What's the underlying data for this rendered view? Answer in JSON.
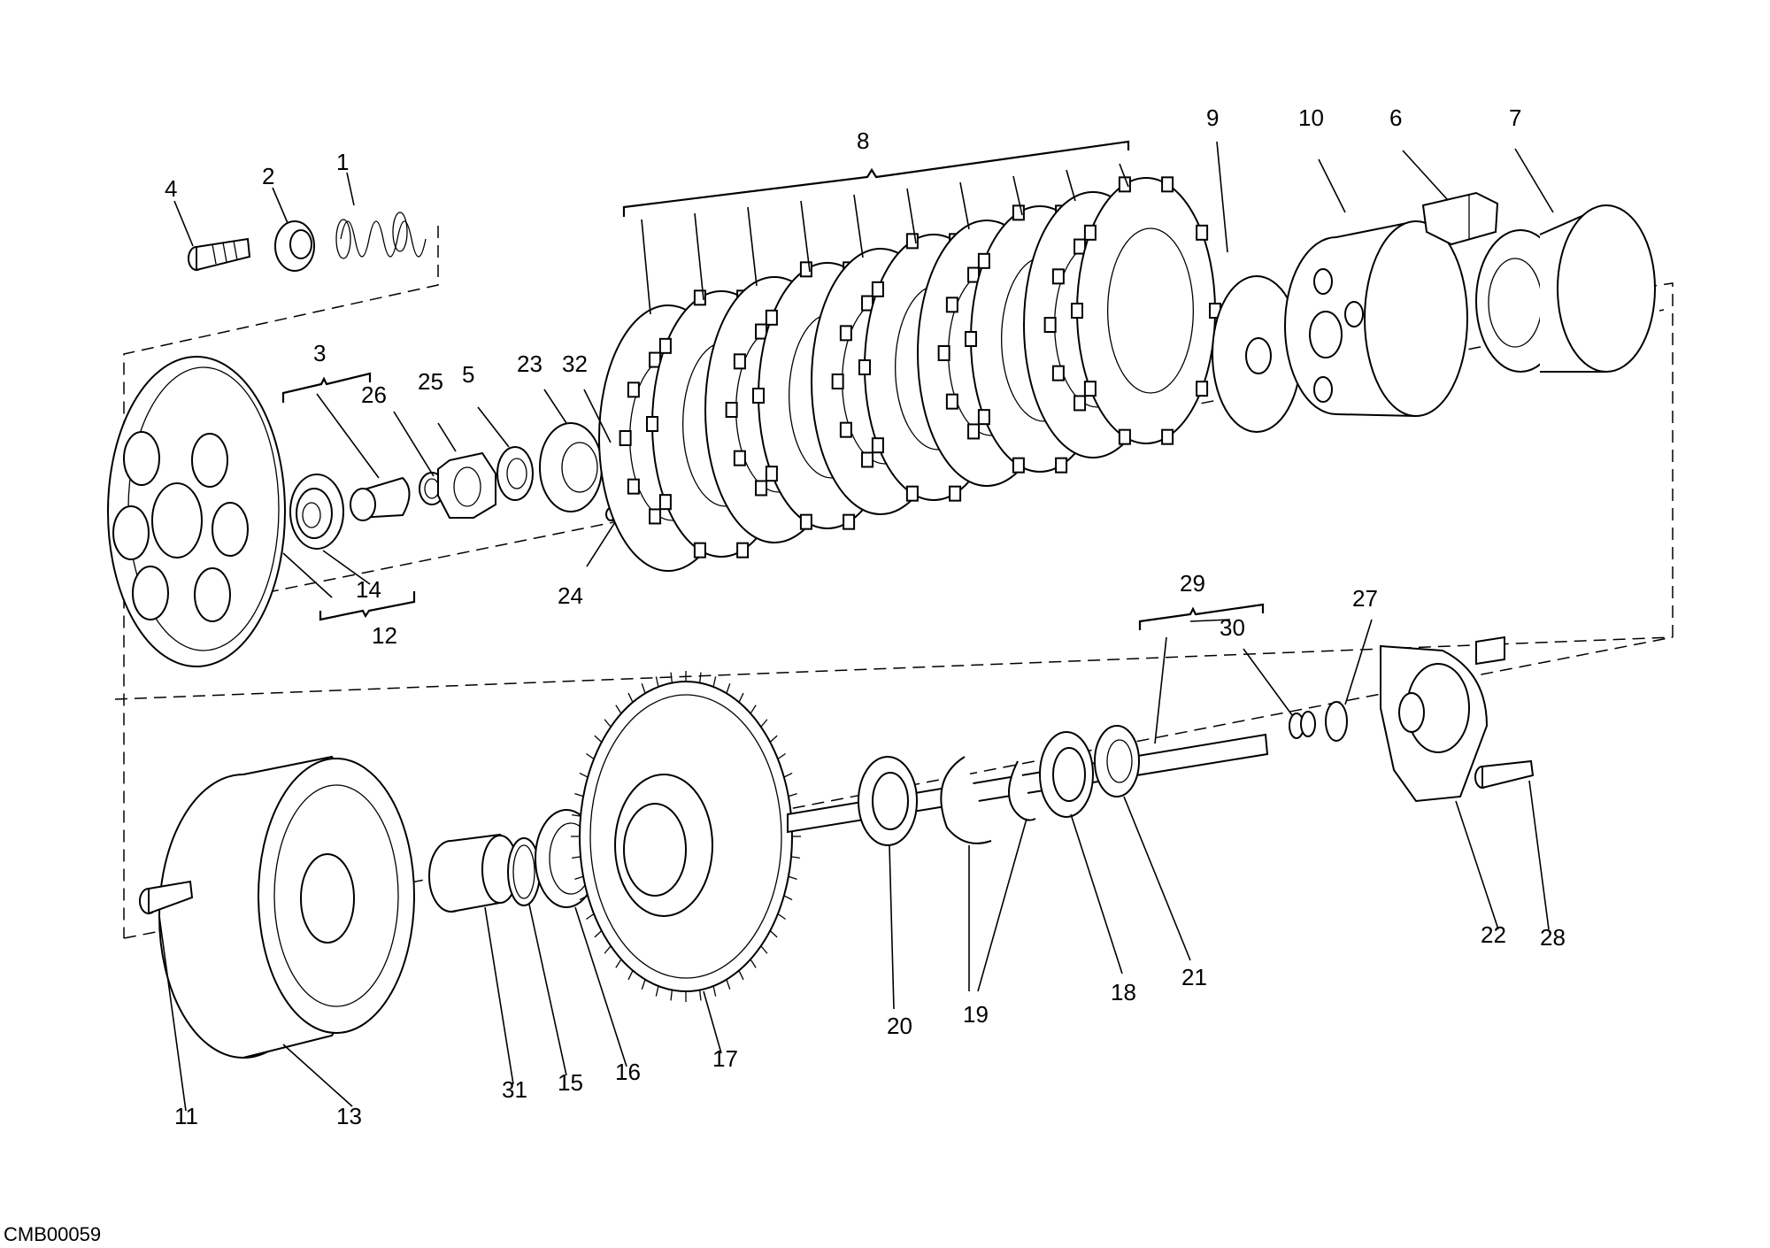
{
  "diagram_code": "CMB00059",
  "labels": {
    "n1": "1",
    "n2": "2",
    "n3": "3",
    "n4": "4",
    "n5": "5",
    "n6": "6",
    "n7": "7",
    "n8": "8",
    "n9": "9",
    "n10": "10",
    "n11": "11",
    "n12": "12",
    "n13": "13",
    "n14": "14",
    "n15": "15",
    "n16": "16",
    "n17": "17",
    "n18": "18",
    "n19": "19",
    "n20": "20",
    "n21": "21",
    "n22": "22",
    "n23": "23",
    "n24": "24",
    "n25": "25",
    "n26": "26",
    "n27": "27",
    "n28": "28",
    "n29": "29",
    "n30": "30",
    "n31": "31",
    "n32": "32"
  }
}
